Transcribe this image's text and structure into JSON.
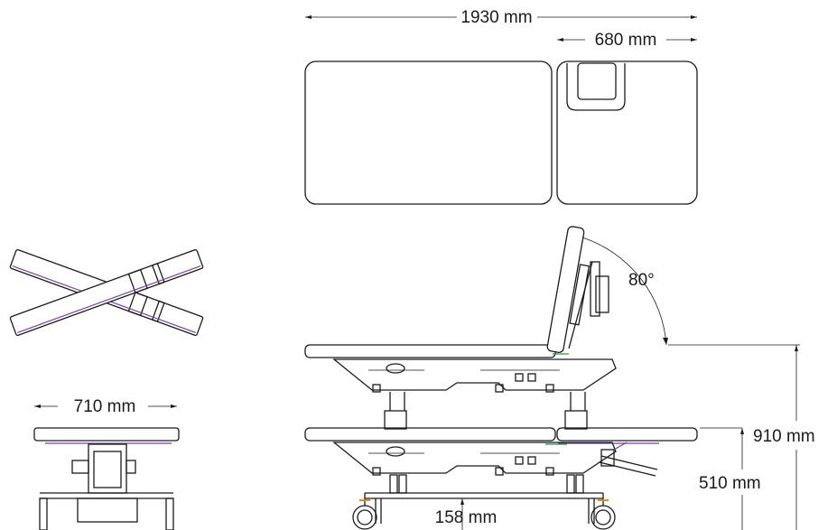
{
  "dimensions": {
    "total_length": "1930 mm",
    "head_section_length": "680 mm",
    "width": "710 mm",
    "max_height": "910 mm",
    "min_height": "510 mm",
    "ground_clearance": "158 mm",
    "backrest_angle": "80°"
  },
  "colors": {
    "line": "#1a1a1a",
    "accent_purple": "#7a3fa0",
    "accent_green": "#2f8f4a",
    "caster_orange": "#e38a1c"
  }
}
